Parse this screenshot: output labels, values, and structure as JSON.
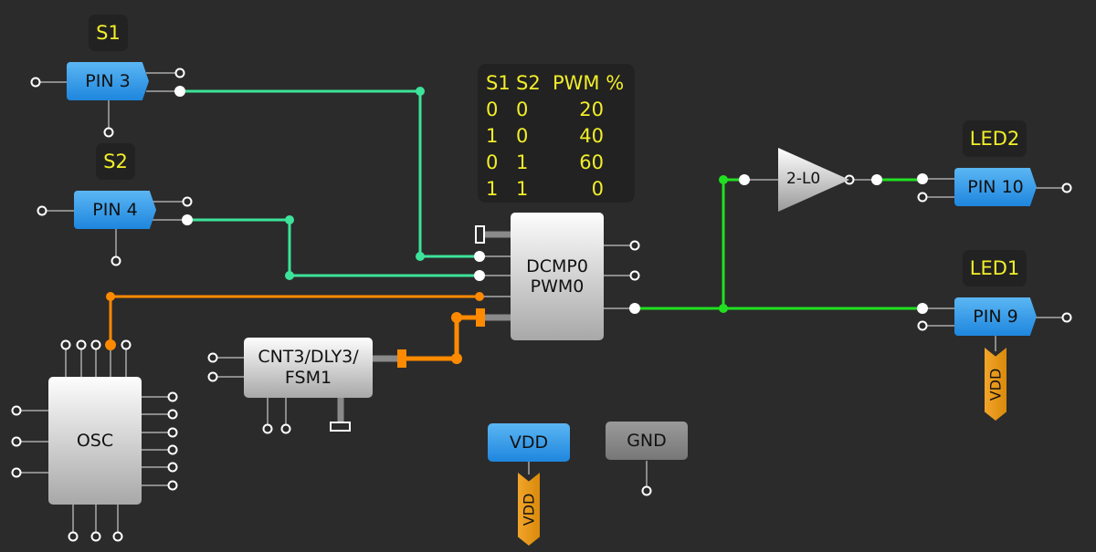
{
  "labels": {
    "s1": "S1",
    "s2": "S2",
    "led2": "LED2",
    "led1": "LED1"
  },
  "pins": {
    "pin3": "PIN 3",
    "pin4": "PIN 4",
    "pin10": "PIN 10",
    "pin9": "PIN 9"
  },
  "blocks": {
    "dcmp_line1": "DCMP0",
    "dcmp_line2": "PWM0",
    "cnt_line1": "CNT3/DLY3/",
    "cnt_line2": "FSM1",
    "osc": "OSC",
    "inverter": "2-L0",
    "vdd": "VDD",
    "gnd": "GND"
  },
  "tags": {
    "vdd_tag_1": "VDD",
    "vdd_tag_2": "VDD"
  },
  "truth_table": {
    "headers": [
      "S1",
      "S2",
      "PWM %"
    ],
    "rows": [
      [
        "0",
        "0",
        "20"
      ],
      [
        "1",
        "0",
        "40"
      ],
      [
        "0",
        "1",
        "60"
      ],
      [
        "1",
        "1",
        "0"
      ]
    ]
  },
  "colors": {
    "net_teal": "#3de39a",
    "net_green": "#21e021",
    "net_orange": "#ff8a00",
    "wire": "#8a8a8a"
  }
}
